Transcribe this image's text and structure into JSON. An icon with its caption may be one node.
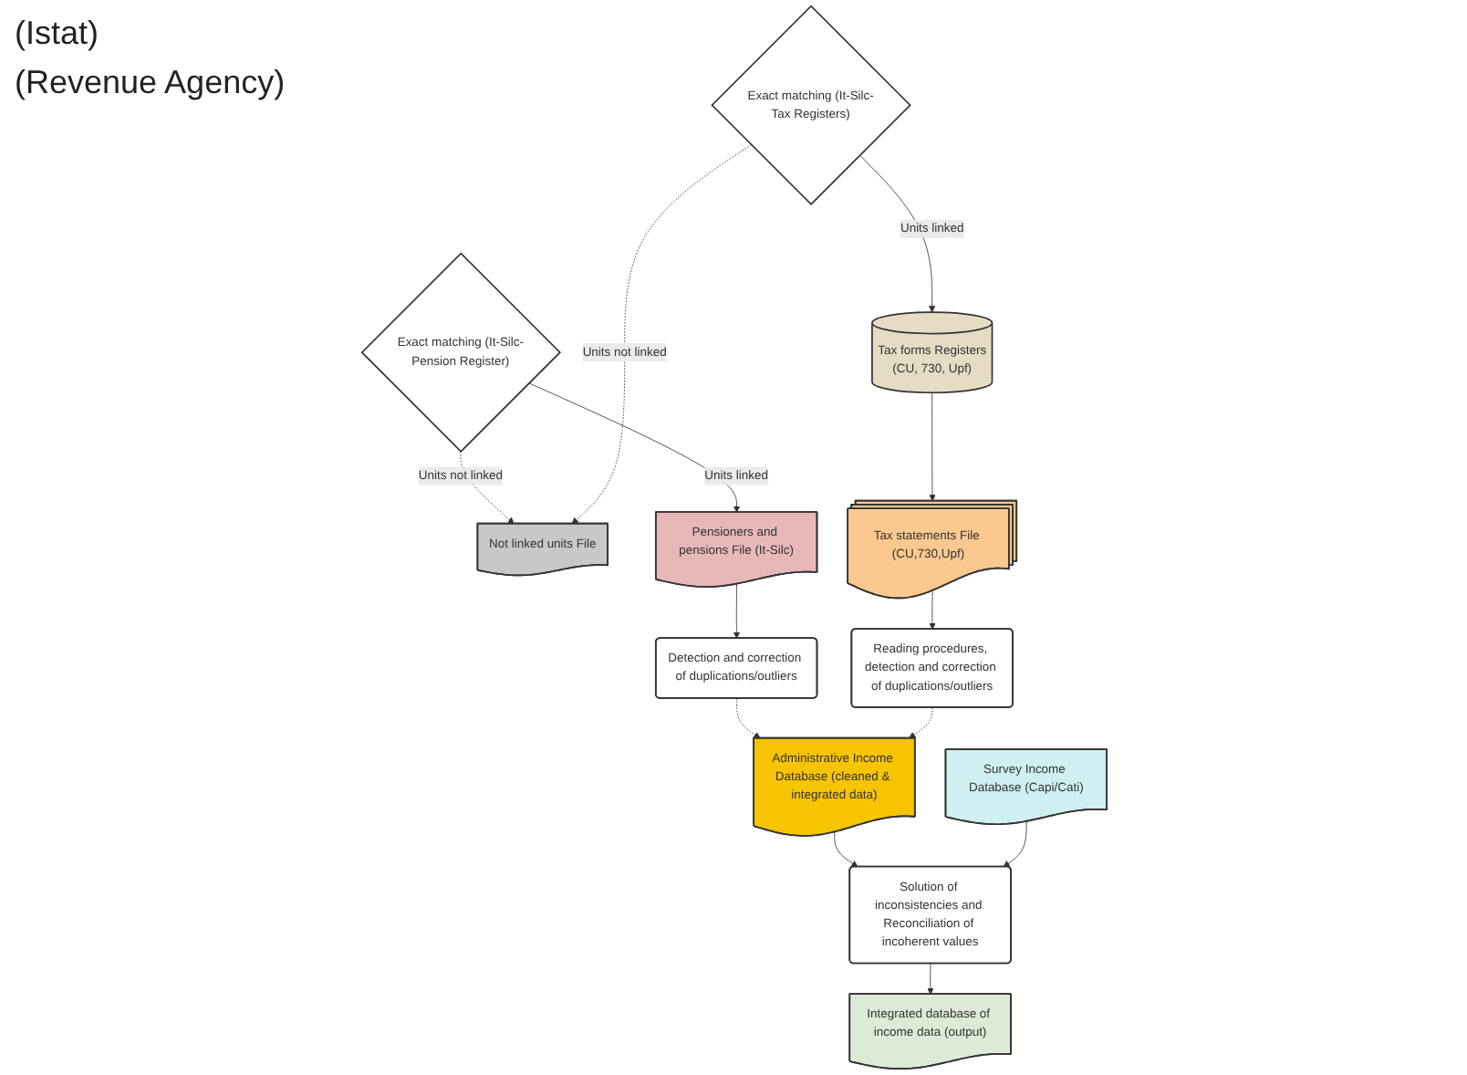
{
  "diagram": {
    "nodes": [
      {
        "text": [
          "Exact matching (It-Silc-Pension Register)"
        ]
      },
      {
        "text": [
          "Not linked units File"
        ]
      },
      {
        "text": [
          "Exact matching (It-Silc-Tax Registers)"
        ]
      },
      {
        "text": [
          "Pensioners and pensions File (It-Silc)"
        ]
      },
      {
        "text": [
          "Tax statements File (CU,730,Upf)"
        ]
      },
      {
        "text": [
          "Tax forms Registers",
          "(CU, 730, Upf)"
        ]
      },
      {
        "text": [
          "Detection and correction of duplications/outliers"
        ]
      },
      {
        "text": [
          "Reading procedures, detection and correction of duplications/outliers"
        ]
      },
      {
        "text": [
          "Administrative Income Database (cleaned & integrated data)"
        ]
      },
      {
        "text": [
          "Solution of inconsistencies and Reconciliation of incoherent values"
        ]
      },
      {
        "text": [
          "Survey Income Database (Capi/Cati)"
        ]
      },
      {
        "text": [
          "Integrated database of income data (output)"
        ]
      }
    ],
    "edges": [
      {
        "from": 0,
        "to": 1,
        "arrow": "to",
        "label": "Units not linked",
        "style": "dashed"
      },
      {
        "from": 2,
        "to": 1,
        "arrow": "to",
        "label": "Units not linked",
        "style": "dashed"
      },
      {
        "from": 0,
        "to": 3,
        "arrow": "to",
        "label": "Units linked"
      },
      {
        "from": 2,
        "to": 5,
        "arrow": "to",
        "label": "Units linked"
      },
      {
        "from": 5,
        "to": 4,
        "arrow": "to"
      },
      {
        "from": 3,
        "to": 6,
        "arrow": "to"
      },
      {
        "from": 4,
        "to": 7,
        "arrow": "to"
      },
      {
        "from": 6,
        "to": 8,
        "arrow": "to",
        "style": "dashed"
      },
      {
        "from": 7,
        "to": 8,
        "arrow": "to",
        "style": "dashed"
      },
      {
        "from": 8,
        "to": 9,
        "arrow": "to"
      },
      {
        "from": 10,
        "to": 9,
        "arrow": "to"
      },
      {
        "from": 9,
        "to": 11,
        "arrow": "to"
      }
    ],
    "labels": [
      "(Istat)",
      "(Revenue Agency)"
    ]
  }
}
